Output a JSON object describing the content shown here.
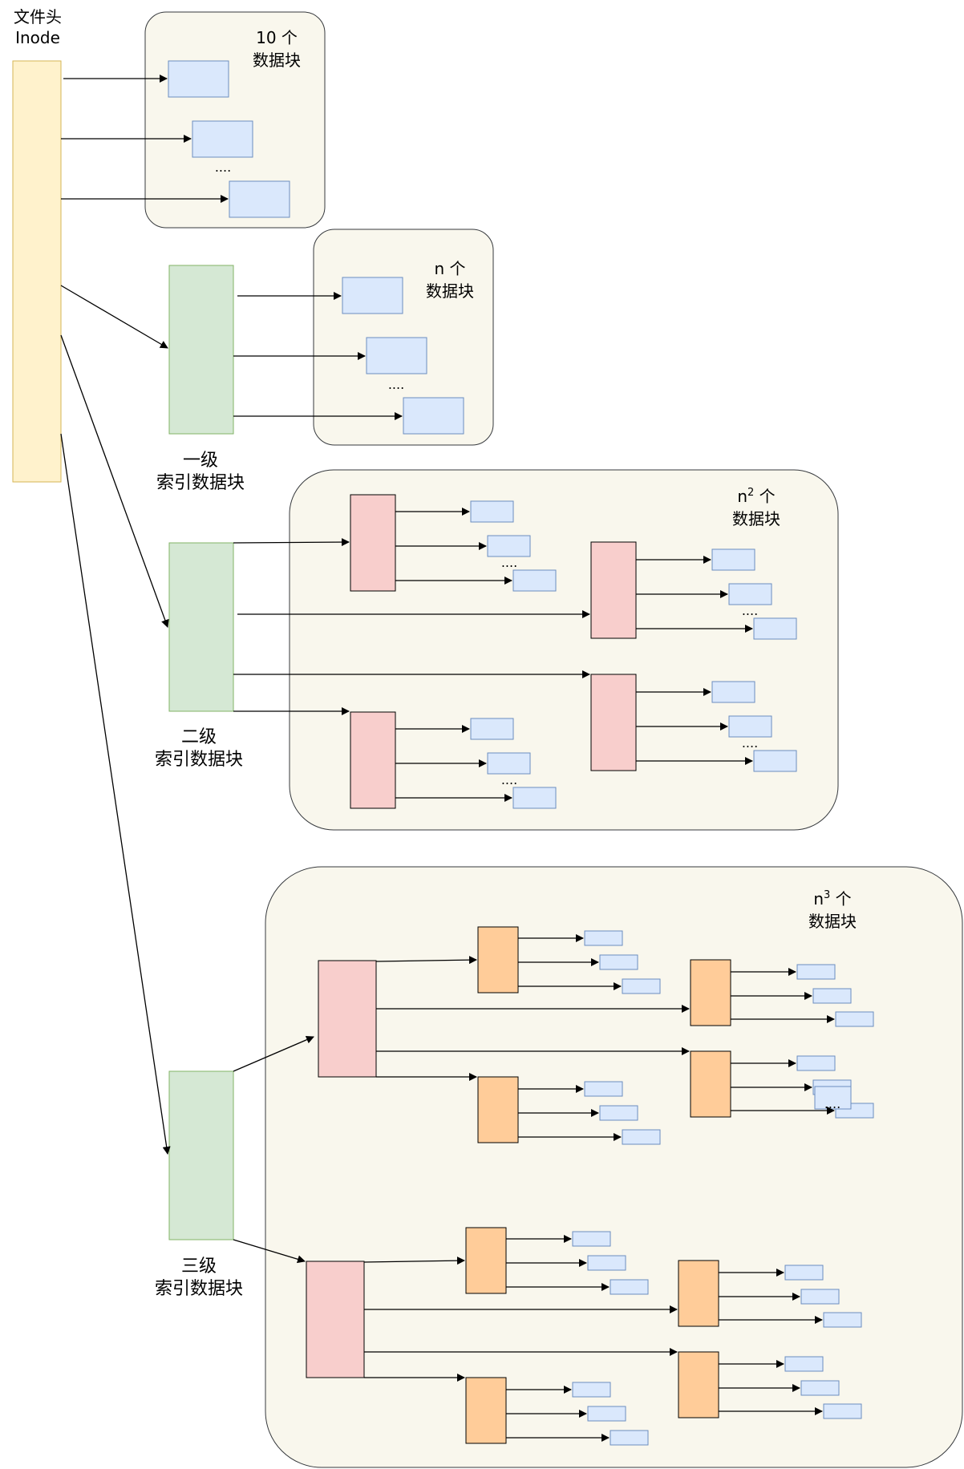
{
  "inode": {
    "line1": "文件头",
    "line2": "Inode"
  },
  "direct_group": {
    "count": "10 个",
    "unit": "数据块",
    "ellipsis": "...."
  },
  "single_indirect": {
    "label_line1": "一级",
    "label_line2": "索引数据块",
    "group_count": "n 个",
    "group_unit": "数据块",
    "ellipsis": "...."
  },
  "double_indirect": {
    "label_line1": "二级",
    "label_line2": "索引数据块",
    "group_base": "n",
    "group_exp": "2",
    "group_suffix": " 个",
    "group_unit": "数据块",
    "ellipsis": "...."
  },
  "triple_indirect": {
    "label_line1": "三级",
    "label_line2": "索引数据块",
    "group_base": "n",
    "group_exp": "3",
    "group_suffix": " 个",
    "group_unit": "数据块",
    "ellipsis": "...."
  },
  "colors": {
    "inode_fill": "#fff2cc",
    "inode_stroke": "#d6b656",
    "index_fill": "#d5e8d4",
    "index_stroke": "#82b366",
    "level2_fill": "#f8cecc",
    "level3_fill": "#ffcc99",
    "data_fill": "#dae8fc",
    "data_stroke": "#6c8ebf",
    "group_fill": "#f9f7ed",
    "group_stroke": "#36393d"
  }
}
